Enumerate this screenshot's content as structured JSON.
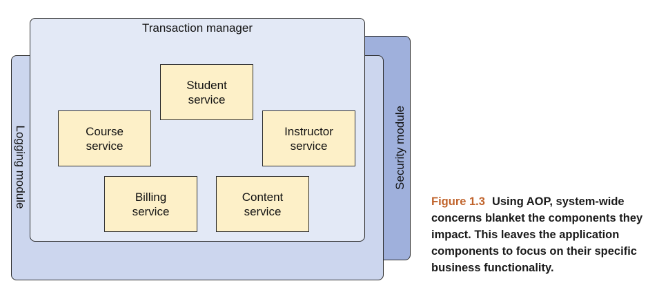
{
  "diagram": {
    "transaction_manager": "Transaction manager",
    "logging_module": "Logging module",
    "security_module": "Security module",
    "services": {
      "student": "Student\nservice",
      "course": "Course\nservice",
      "instructor": "Instructor\nservice",
      "billing": "Billing\nservice",
      "content": "Content\nservice"
    }
  },
  "caption": {
    "figure_number": "Figure 1.3",
    "text": "Using AOP, system-wide concerns blanket the components they impact. This leaves the application components to focus on their specific business functionality."
  },
  "colors": {
    "security_panel": "#9fb0dc",
    "logging_panel": "#ccd6ee",
    "transaction_panel": "#e3e9f6",
    "service_box": "#fdf0c8",
    "figure_label": "#c0632b"
  }
}
